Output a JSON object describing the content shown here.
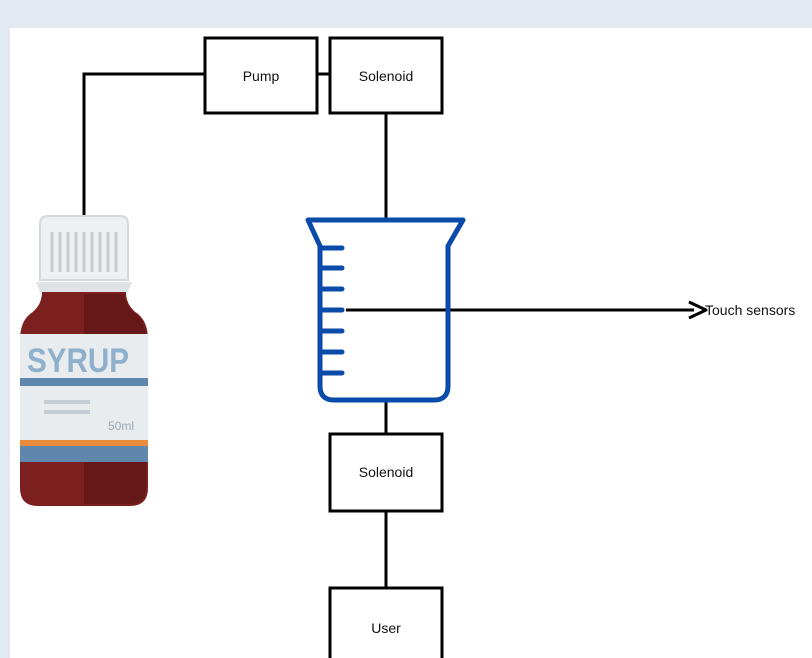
{
  "diagram": {
    "nodes": {
      "pump": "Pump",
      "solenoid_top": "Solenoid",
      "solenoid_bottom": "Solenoid",
      "user": "User",
      "touch_sensors": "Touch sensors"
    },
    "bottle": {
      "label": "SYRUP",
      "volume": "50ml"
    },
    "colors": {
      "background": "#e3e9f3",
      "canvas": "#ffffff",
      "line": "#000000",
      "beaker": "#0a4aa8",
      "bottle_body": "#7b1f1f",
      "bottle_label": "#e8ecef",
      "stripe_blue": "#5f86ad",
      "stripe_orange": "#e98c3c"
    }
  }
}
